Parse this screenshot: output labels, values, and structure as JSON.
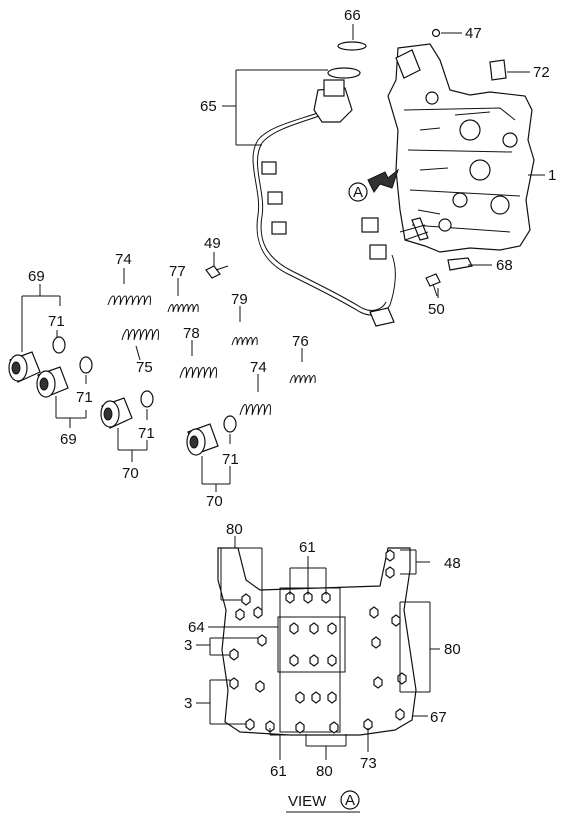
{
  "callouts": {
    "c66": "66",
    "c47": "47",
    "c72": "72",
    "c65": "65",
    "c1": "1",
    "c68": "68",
    "c50": "50",
    "c49": "49",
    "c74a": "74",
    "c77": "77",
    "c79": "79",
    "c78": "78",
    "c75": "75",
    "c76": "76",
    "c74b": "74",
    "c69a": "69",
    "c71a": "71",
    "c71b": "71",
    "c69b": "69",
    "c71c": "71",
    "c70a": "70",
    "c71d": "71",
    "c70b": "70",
    "c80a": "80",
    "c61a": "61",
    "c48": "48",
    "c64": "64",
    "c3a": "3",
    "c80b": "80",
    "c3b": "3",
    "c67": "67",
    "c61b": "61",
    "c80c": "80",
    "c73": "73"
  },
  "view_a": {
    "marker": "A",
    "label": "VIEW",
    "circle_letter": "A"
  }
}
